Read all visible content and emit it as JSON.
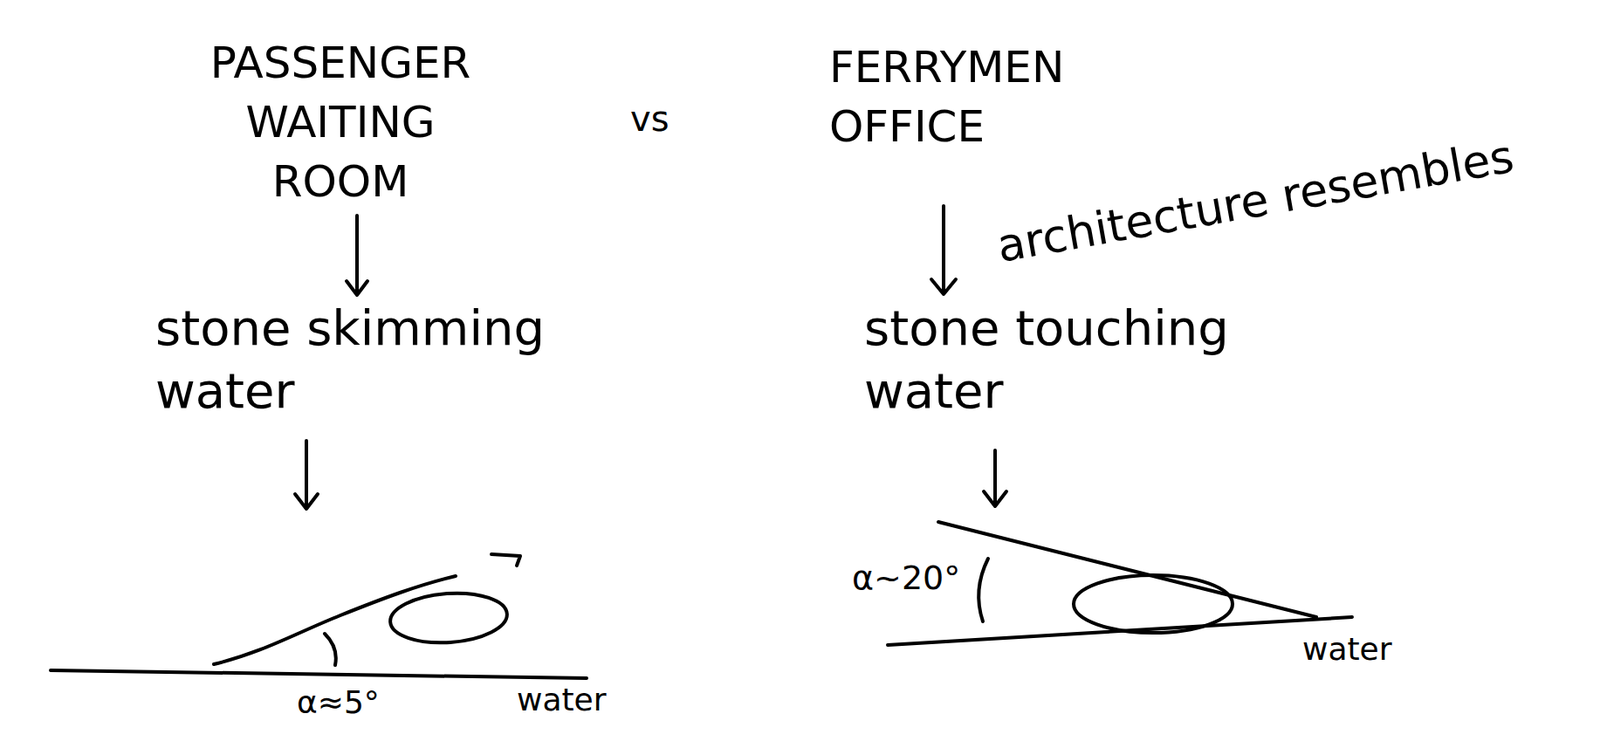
{
  "diagram": {
    "labels": [
      "PASSENGER WAITING ROOM",
      "vs",
      "FERRYMEN OFFICE",
      "architecture resembles",
      "stone skimming water",
      "stone touching water",
      "α≈5°",
      "water",
      "α~20°",
      "water"
    ]
  }
}
